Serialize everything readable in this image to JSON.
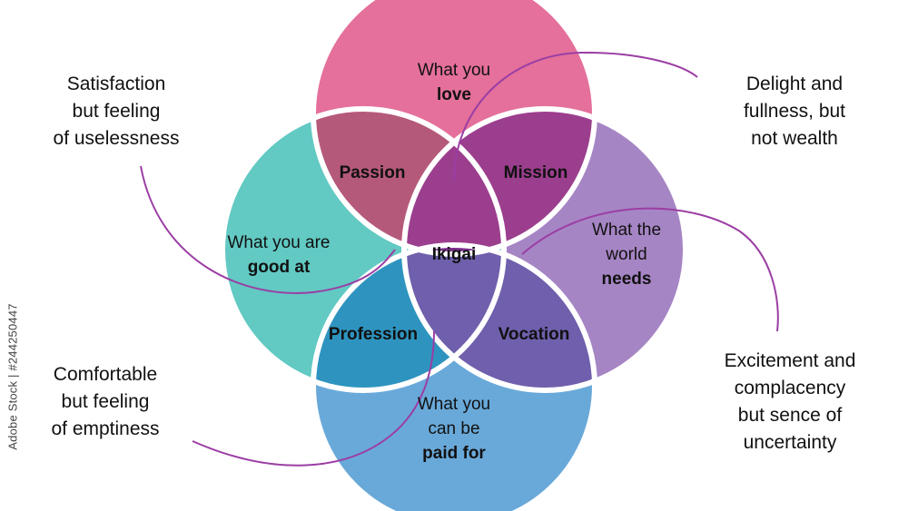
{
  "circles": [
    {
      "id": "love",
      "lines": [
        {
          "text": "What you",
          "bold": false
        },
        {
          "text": "love",
          "bold": true
        }
      ],
      "color": "#e4709b"
    },
    {
      "id": "good_at",
      "lines": [
        {
          "text": "What you are",
          "bold": false
        },
        {
          "text": "good at",
          "bold": true
        }
      ],
      "color": "#62c9c3"
    },
    {
      "id": "needs",
      "lines": [
        {
          "text": "What the",
          "bold": false
        },
        {
          "text": "world",
          "bold": false
        },
        {
          "text": "needs",
          "bold": true
        }
      ],
      "color": "#a685c4"
    },
    {
      "id": "paid_for",
      "lines": [
        {
          "text": "What you",
          "bold": false
        },
        {
          "text": "can be",
          "bold": false
        },
        {
          "text": "paid for",
          "bold": true
        }
      ],
      "color": "#69a9d9"
    }
  ],
  "zones": {
    "passion": {
      "label": "Passion",
      "color": "#b5597a"
    },
    "mission": {
      "label": "Mission",
      "color": "#9c3e8e"
    },
    "profession": {
      "label": "Profession",
      "color": "#2e94bf"
    },
    "vocation": {
      "label": "Vocation",
      "color": "#6f5fac"
    },
    "ikigai": {
      "label": "Ikigai",
      "color": "#7a2f8a"
    }
  },
  "side_notes": {
    "top_left": [
      "Satisfaction",
      "but feeling",
      "of uselessness"
    ],
    "top_right": [
      "Delight and",
      "fullness, but",
      "not wealth"
    ],
    "bottom_left": [
      "Comfortable",
      "but feeling",
      "of emptiness"
    ],
    "bottom_right": [
      "Excitement and",
      "complacency",
      "but sence of",
      "uncertainty"
    ]
  },
  "connector_color": "#9b3ea4",
  "credit": "Adobe Stock | #244250447"
}
